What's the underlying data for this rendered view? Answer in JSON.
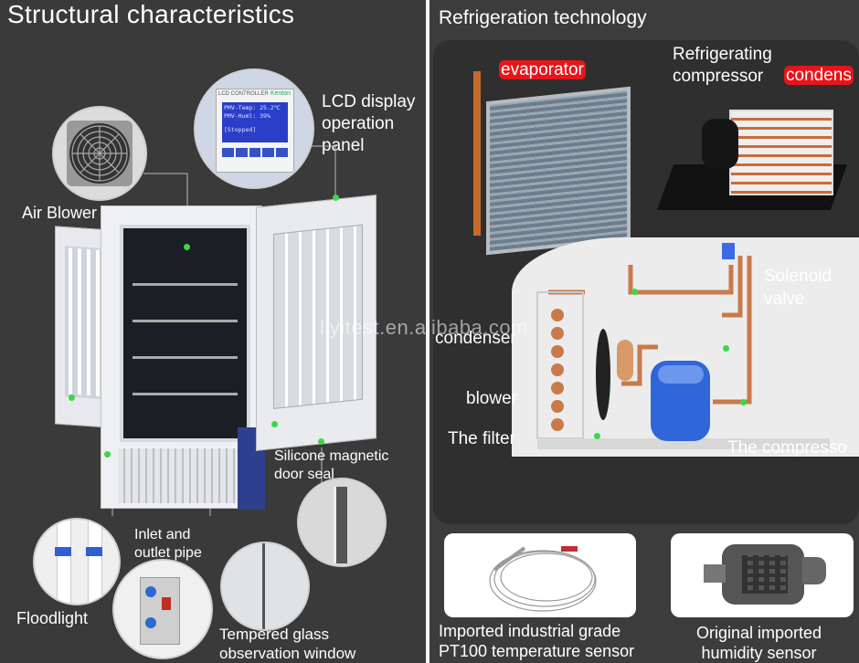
{
  "left": {
    "title": "Structural characteristics",
    "labels": {
      "air_blower": "Air Blower",
      "lcd_panel": "LCD display\noperation\npanel",
      "silicone_seal": "Silicone magnetic\ndoor seal",
      "inlet_outlet": "Inlet and\noutlet pipe",
      "floodlight": "Floodlight",
      "tempered_glass": "Tempered glass\nobservation window"
    },
    "lcd": {
      "brand": "Kenton",
      "header": "LCD CONTROLLER",
      "line1": "PMV-Temp: 25.2℃",
      "line2": "PMV-Huml:  39%",
      "status": "[Stopped]"
    }
  },
  "right": {
    "title": "Refrigeration technology",
    "labels": {
      "evaporator": "evaporator",
      "refrigerating_compressor": "Refrigerating\ncompressor",
      "condenser_top": "condens",
      "solenoid": "Solenoid\nvalve",
      "condenser": "condenser",
      "blower": "blower",
      "filter": "The filter",
      "compressor": "The compresso"
    },
    "sensors": {
      "pt100": "Imported industrial grade\nPT100 temperature sensor",
      "humidity": "Original imported\nhumidity sensor"
    }
  },
  "watermark": "liyitest.en.alibaba.com"
}
